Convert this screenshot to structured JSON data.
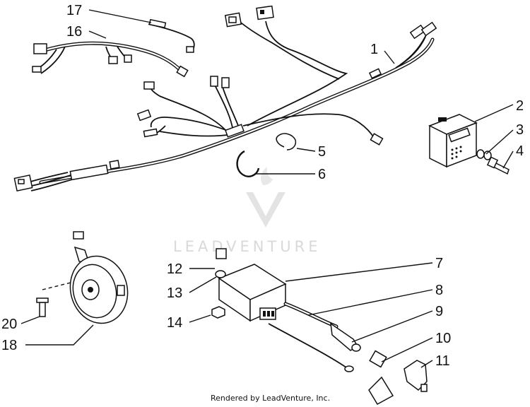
{
  "diagram": {
    "callouts": [
      {
        "id": "c1",
        "label": "1"
      },
      {
        "id": "c2",
        "label": "2"
      },
      {
        "id": "c3",
        "label": "3"
      },
      {
        "id": "c4",
        "label": "4"
      },
      {
        "id": "c5",
        "label": "5"
      },
      {
        "id": "c6",
        "label": "6"
      },
      {
        "id": "c7",
        "label": "7"
      },
      {
        "id": "c8",
        "label": "8"
      },
      {
        "id": "c9",
        "label": "9"
      },
      {
        "id": "c10",
        "label": "10"
      },
      {
        "id": "c11",
        "label": "11"
      },
      {
        "id": "c12",
        "label": "12"
      },
      {
        "id": "c13",
        "label": "13"
      },
      {
        "id": "c14",
        "label": "14"
      },
      {
        "id": "c16",
        "label": "16"
      },
      {
        "id": "c17",
        "label": "17"
      },
      {
        "id": "c18",
        "label": "18"
      },
      {
        "id": "c20",
        "label": "20"
      }
    ],
    "watermark": "LEADVENTURE",
    "credit": "Rendered by LeadVenture, Inc."
  },
  "colors": {
    "line": "#111111",
    "watermark": "#d9d9d9",
    "background": "#ffffff"
  }
}
